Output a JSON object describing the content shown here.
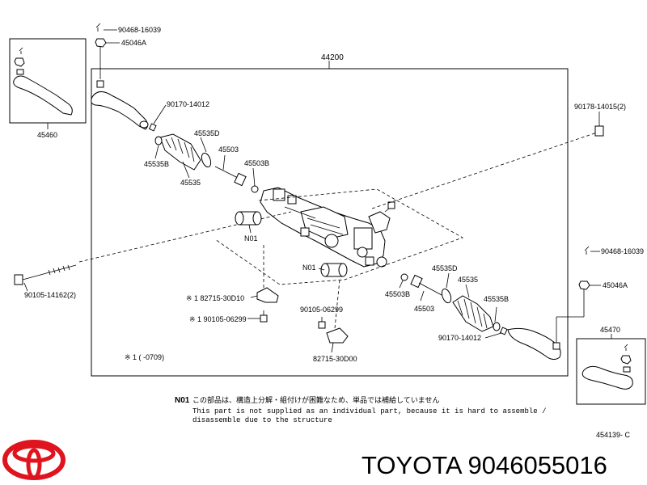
{
  "title": "TOYOTA 9046055016",
  "doc_code": "454139- C",
  "assembly_label": "44200",
  "parts": {
    "tie_rod_end_left": "45460",
    "tie_rod_end_right": "45470",
    "nut_45046a_left": "45046A",
    "nut_45046a_right": "45046A",
    "pin_90468_left": "90468-16039",
    "pin_90468_right": "90468-16039",
    "clip_90170_left": "90170-14012",
    "clip_90170_right": "90170-14012",
    "nut_90178": "90178-14015(2)",
    "boot_45535d_left": "45535D",
    "boot_45535d_right": "45535D",
    "boot_45535b_left": "45535B",
    "boot_45535b_right": "45535B",
    "boot_45535_left": "45535",
    "boot_45535_right": "45535",
    "rod_45503_left": "45503",
    "rod_45503_right": "45503",
    "washer_45503b_left": "45503B",
    "washer_45503b_right": "45503B",
    "bushing_n01_left": "N01",
    "bushing_n01_right": "N01",
    "bolt_90105_14162": "90105-14162(2)",
    "bracket_82715_30d10": "※ 1 82715-30D10",
    "bolt_90105_06299_star": "※ 1 90105-06299",
    "bolt_90105_06299": "90105-06299",
    "bracket_82715_30d00": "82715-30D00"
  },
  "footnote": "※ 1 (      -0709)",
  "notes": {
    "code": "N01",
    "jp": "この部品は、構造上分解・組付けが困難なため、単品では補給していません",
    "en_line1": "This part is not supplied as an individual part, because it is hard to assemble /",
    "en_line2": "disassemble due to the structure"
  },
  "colors": {
    "logo_red": "#e0141e",
    "line": "#000000"
  }
}
